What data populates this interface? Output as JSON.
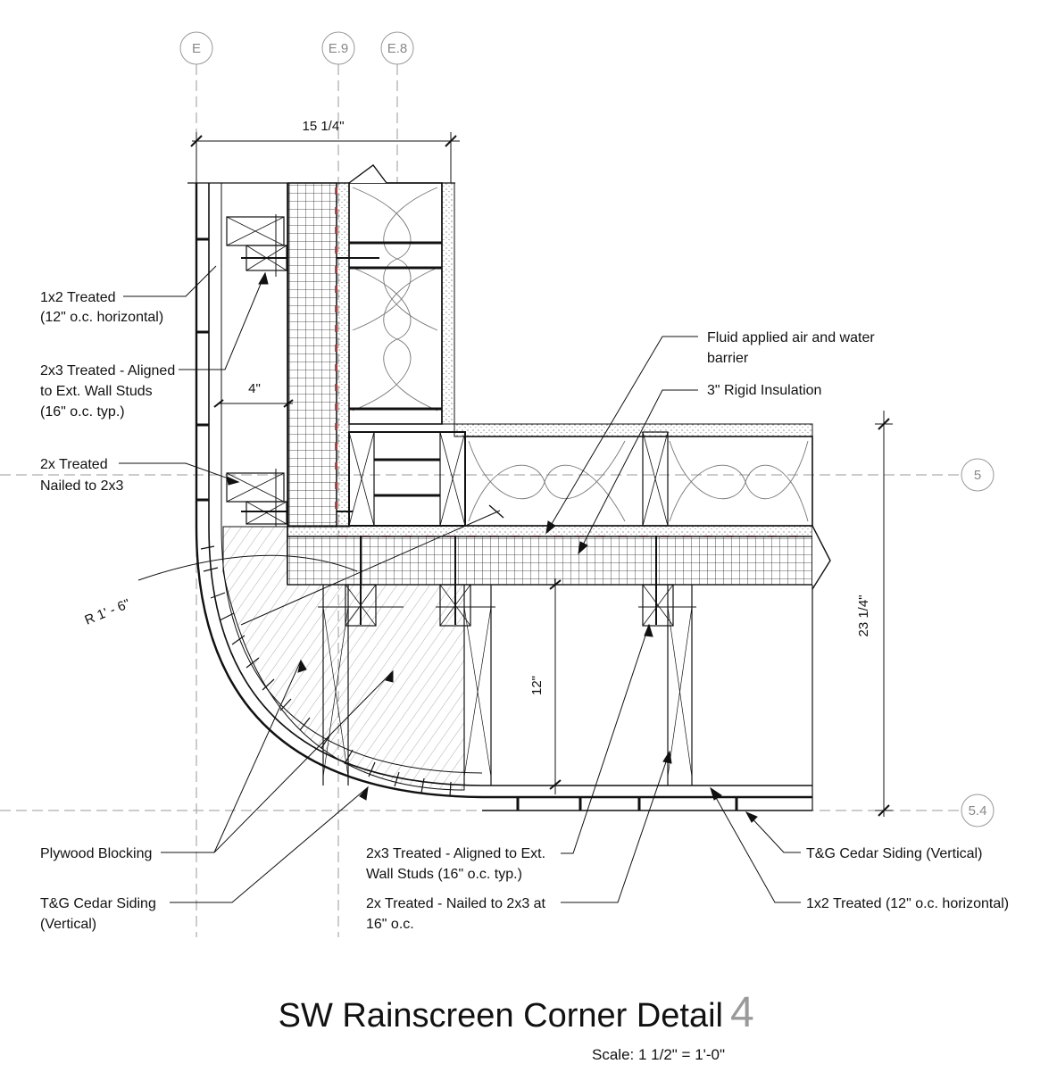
{
  "grid": {
    "E": "E",
    "E9": "E.9",
    "E8": "E.8",
    "r5": "5",
    "r54": "5.4"
  },
  "dims": {
    "top_width": "15 1/4\"",
    "four_in": "4\"",
    "radius": "R 1' - 6\"",
    "twelve_in": "12\"",
    "right_height": "23 1/4\""
  },
  "labels": {
    "l1": [
      "1x2 Treated",
      "(12\" o.c. horizontal)"
    ],
    "l2": [
      "2x3 Treated - Aligned",
      "to Ext. Wall Studs",
      "(16\" o.c. typ.)"
    ],
    "l3": [
      "2x Treated",
      "Nailed to 2x3"
    ],
    "l4": [
      "Fluid applied air and water",
      "barrier"
    ],
    "l5": [
      "3\" Rigid Insulation"
    ],
    "l6": [
      "Plywood Blocking"
    ],
    "l7": [
      "T&G Cedar Siding",
      "(Vertical)"
    ],
    "l8": [
      "2x3 Treated - Aligned to Ext.",
      "Wall Studs (16\" o.c. typ.)"
    ],
    "l9": [
      "2x Treated - Nailed to 2x3 at",
      "16\" o.c."
    ],
    "l10": [
      "T&G Cedar Siding (Vertical)"
    ],
    "l11": [
      "1x2 Treated (12\" o.c. horizontal)"
    ]
  },
  "title": {
    "text": "SW Rainscreen Corner Detail",
    "number": "4",
    "scale": "Scale:  1 1/2\" = 1'-0\""
  },
  "colors": {
    "line": "#111111",
    "grid": "#999999",
    "membrane": "#d23a3a"
  }
}
